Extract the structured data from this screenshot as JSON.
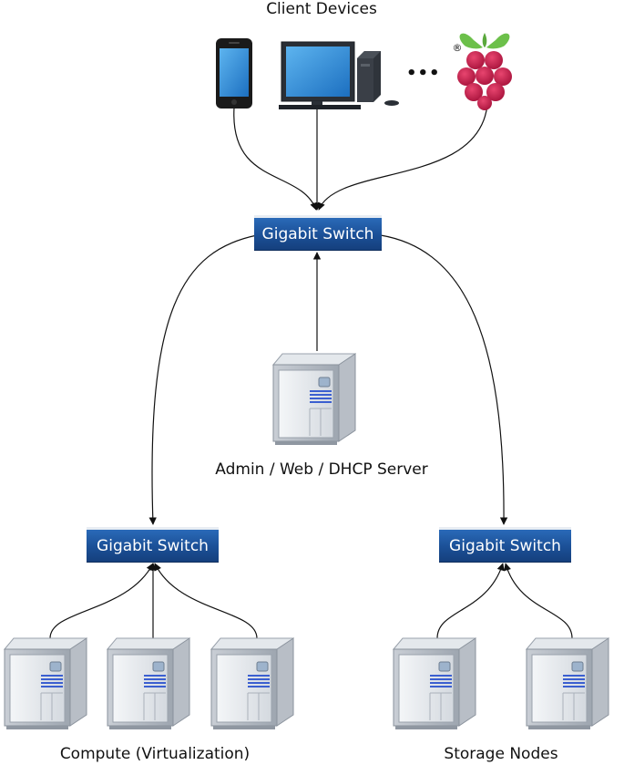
{
  "labels": {
    "client_devices": "Client Devices",
    "admin_server": "Admin / Web / DHCP Server",
    "compute": "Compute (Virtualization)",
    "storage": "Storage Nodes",
    "ellipsis": "•••",
    "registered": "®"
  },
  "switches": {
    "top": "Gigabit Switch",
    "left": "Gigabit Switch",
    "right": "Gigabit Switch"
  },
  "icons": {
    "phone": "smartphone-icon",
    "desktop": "desktop-computer-icon",
    "raspberry": "raspberry-pi-icon",
    "server": "tower-server-icon"
  },
  "colors": {
    "switch_blue": "#1b4f96",
    "raspberry_red": "#c51a4a",
    "leaf_green": "#6cc04a"
  }
}
